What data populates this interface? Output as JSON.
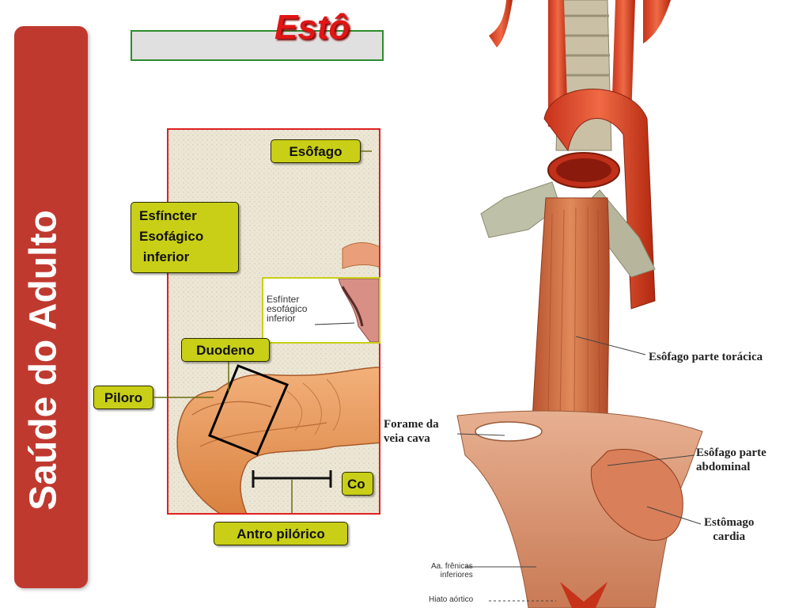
{
  "slide": {
    "side_title": "Saúde do Adulto",
    "title": "Estô"
  },
  "stomach_diagram": {
    "esofago": "Esôfago",
    "esfincter": "Esfíncter\nEsofágico\n inferior",
    "duodeno": "Duodeno",
    "piloro": "Piloro",
    "antro": "Antro pilórico",
    "corpo_partial": "Co",
    "inset_text": "Esfínter\nesofágico\ninferior"
  },
  "anatomy": {
    "esofago_toracica": "Esôfago parte torácica",
    "forame": "Forame da\nveia cava",
    "esofago_abdominal": "Esôfago parte\nabdominal",
    "estomago_cardia": "Estômago\ncardia",
    "frenicas": "Aa. frênicas\ninferiores",
    "hiato": "Hiato aórtico"
  },
  "colors": {
    "banner": "#c0392f",
    "title": "#e01515",
    "callout": "#c8cf16",
    "panel_border": "#e02020",
    "title_bar_border": "#2e8b2e"
  }
}
